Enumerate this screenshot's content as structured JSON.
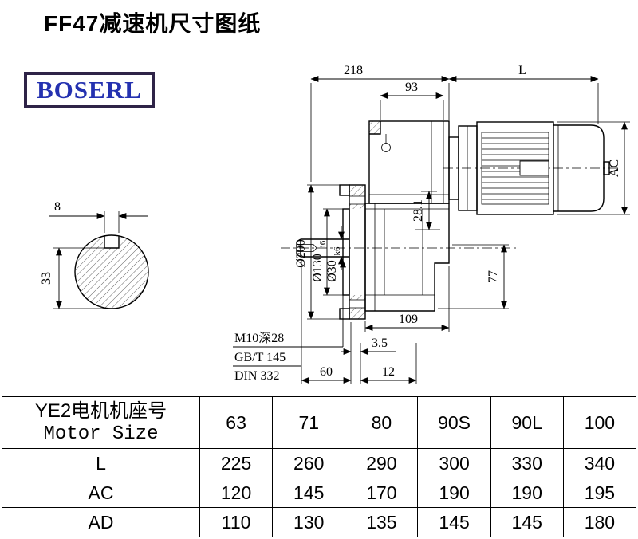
{
  "page": {
    "title": "FF47减速机尺寸图纸",
    "logo": "BOSERL"
  },
  "dims": {
    "top_width": "218",
    "top_length": "L",
    "input_width": "93",
    "motor_diameter": "AC",
    "key_width": "8",
    "shaft_flat": "33",
    "flange_od": "Ø200",
    "spigot_d": "Ø130",
    "spigot_fit": "i6",
    "shaft_d": "Ø30",
    "shaft_fit": "k6",
    "dim_281": "28.1",
    "dim_77": "77",
    "dim_109": "109",
    "dim_35": "3.5",
    "dim_60": "60",
    "dim_12": "12",
    "tap_note": "M10深28",
    "std_note1": "GB/T 145",
    "std_note2": "DIN 332"
  },
  "table": {
    "header": {
      "line1": "YE2电机机座号",
      "line2": "Motor Size"
    },
    "sizes": [
      "63",
      "71",
      "80",
      "90S",
      "90L",
      "100"
    ],
    "rows": [
      {
        "label": "L",
        "values": [
          "225",
          "260",
          "290",
          "300",
          "330",
          "340"
        ]
      },
      {
        "label": "AC",
        "values": [
          "120",
          "145",
          "170",
          "190",
          "190",
          "195"
        ]
      },
      {
        "label": "AD",
        "values": [
          "110",
          "130",
          "135",
          "145",
          "145",
          "180"
        ]
      }
    ]
  }
}
